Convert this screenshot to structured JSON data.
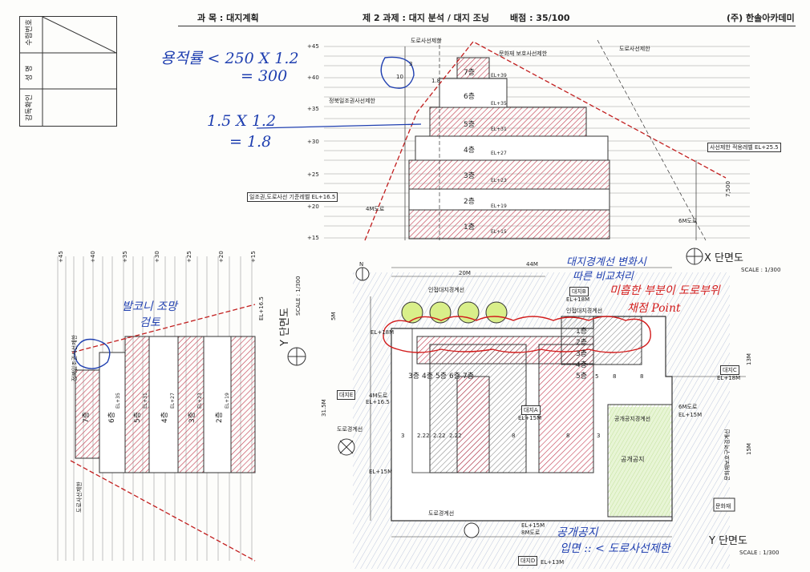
{
  "header": {
    "subject": "과 목 : 대지계획",
    "assignment": "제 2 과제 : 대지 분석 / 대지 조닝",
    "score": "배점 : 35/100",
    "academy": "(주) 한솔아카데미"
  },
  "info_box": {
    "exam_no": "수험번호",
    "name": "성 명",
    "supervisor": "감독확인"
  },
  "x_section": {
    "levels": [
      "+45",
      "+40",
      "+35",
      "+30",
      "+25",
      "+20",
      "+15"
    ],
    "floors": [
      "7층",
      "6층",
      "5층",
      "4층",
      "3층",
      "2층",
      "1층"
    ],
    "elevations": [
      "EL+39",
      "EL+35",
      "EL+31",
      "EL+27",
      "EL+23",
      "EL+19",
      "EL+15"
    ],
    "road_limit_top": "도로사선제한",
    "road_limit_right": "도로사선제한",
    "heritage_limit": "문화재 보호사선제한",
    "sunlight_limit": "정북일조권사선제한",
    "slope_ref_label": "사선제한 적용레벨 EL+25.5",
    "base_level_label": "일조권,도로사선 기준레벨 EL+16.5",
    "road_4m": "4M도로",
    "road_6m": "6M도로",
    "dim_7500": "7,500",
    "dim_18": "1.8",
    "dim_10": "10",
    "dim_3": "3",
    "title": "X 단면도",
    "scale": "SCALE : 1/300"
  },
  "y_section": {
    "levels": [
      "+45",
      "+40",
      "+35",
      "+30",
      "+25",
      "+20",
      "+15"
    ],
    "floors": [
      "7층",
      "6층",
      "5층",
      "4층",
      "3층",
      "2층"
    ],
    "elevations": [
      "EL+35",
      "EL+31",
      "EL+27",
      "EL+23",
      "EL+19"
    ],
    "sunlight_limit": "정북일조권사선제한",
    "road_limit": "도로사선제한",
    "base_level": "EL+16.5",
    "title": "Y 단면도",
    "scale": "SCALE : 1/300"
  },
  "plan": {
    "dim_44m": "44M",
    "dim_20m": "20M",
    "dim_5m": "5M",
    "dim_31_5m": "31.5M",
    "dim_15m": "15M",
    "dim_13m": "13M",
    "adjacent_boundary": "인접대지경계선",
    "adjacent_boundary2": "인접대지경계선",
    "road_boundary": "도로경계선",
    "road_boundary_bottom": "도로경계선",
    "public_space_boundary": "공개공지경계선",
    "public_space": "공개공지",
    "heritage_boundary": "문화재보호구역경계선",
    "heritage": "문화재",
    "road_4m": "4M도로",
    "road_6m": "6M도로",
    "road_8m": "8M도로",
    "site_a": "대지A",
    "site_b": "대지B",
    "site_c": "대지C",
    "site_d": "대지D",
    "site_e": "대지E",
    "el_a": "EL+15M",
    "el_b": "EL+18M",
    "el_c": "EL+18M",
    "el_d": "EL+13M",
    "el_e": "EL+16.5",
    "el_18": "EL+18M",
    "el_15a": "EL+15M",
    "el_15b": "EL+15M",
    "el_15c": "EL+15M",
    "floors_bottom": [
      "3층",
      "4층",
      "5층",
      "6층",
      "7층"
    ],
    "floors_right": [
      "1층",
      "2층",
      "3층",
      "4층",
      "5층"
    ],
    "dims_bottom": [
      "3",
      "2.22",
      "2.22",
      "2.22",
      "8",
      "8",
      "3"
    ],
    "dim_8a": "8",
    "dim_8b": "8",
    "dim_5": "5",
    "north_label": "N"
  },
  "annotations": {
    "far": "용적률 < 250 X 1.2",
    "far2": "= 300",
    "ratio": "1.5 X 1.2",
    "ratio2": "= 1.8",
    "cross_check": "발코니 조망",
    "cross_check2": "검토",
    "boundary_note": "대지경계선 변화시",
    "boundary_note2": "따른 비교처리",
    "red_note": "미흡한 부분이 도로부위",
    "red_note2": "채점 Point",
    "public_note": "공개공지",
    "public_note2": "입면 :: < 도로사선제한",
    "section_title": "Y 단면도"
  },
  "colors": {
    "ink": "#1f3fb0",
    "red_ink": "#d21b1b",
    "hatch": "#c23b50",
    "green": "#7fbf3a"
  }
}
